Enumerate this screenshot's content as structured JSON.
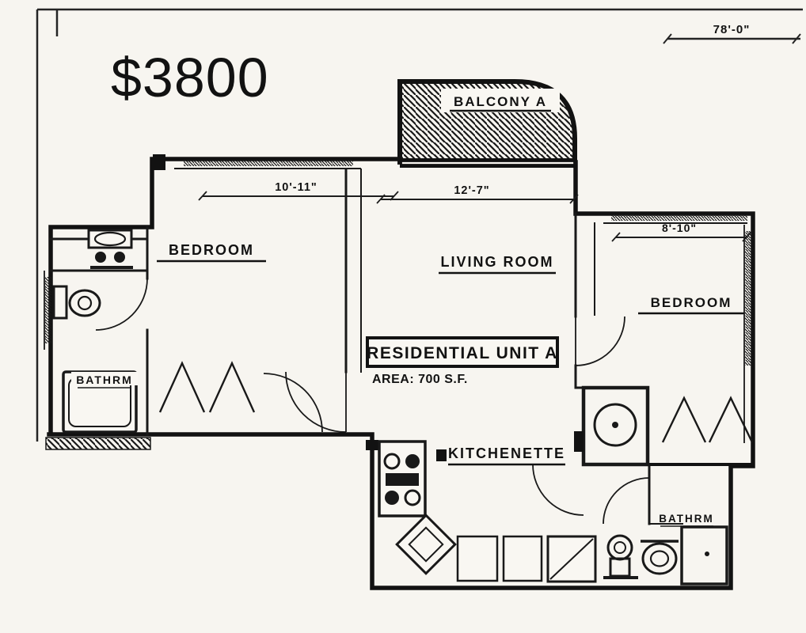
{
  "price": "$3800",
  "unit": {
    "name": "RESIDENTIAL UNIT A",
    "area": "AREA: 700 S.F."
  },
  "rooms": {
    "balcony": "BALCONY A",
    "bedroom_left": "BEDROOM",
    "living_room": "LIVING ROOM",
    "bedroom_right": "BEDROOM",
    "kitchenette": "KITCHENETTE",
    "bathroom_left": "BATHRM",
    "bathroom_right": "BATHRM"
  },
  "dimensions": {
    "site_width": "78'-0\"",
    "bedroom_left_width": "10'-11\"",
    "living_room_width": "12'-7\"",
    "bedroom_right_width": "8'-10\""
  },
  "colors": {
    "ink": "#1b1b1b",
    "paper": "#f7f5f0"
  }
}
